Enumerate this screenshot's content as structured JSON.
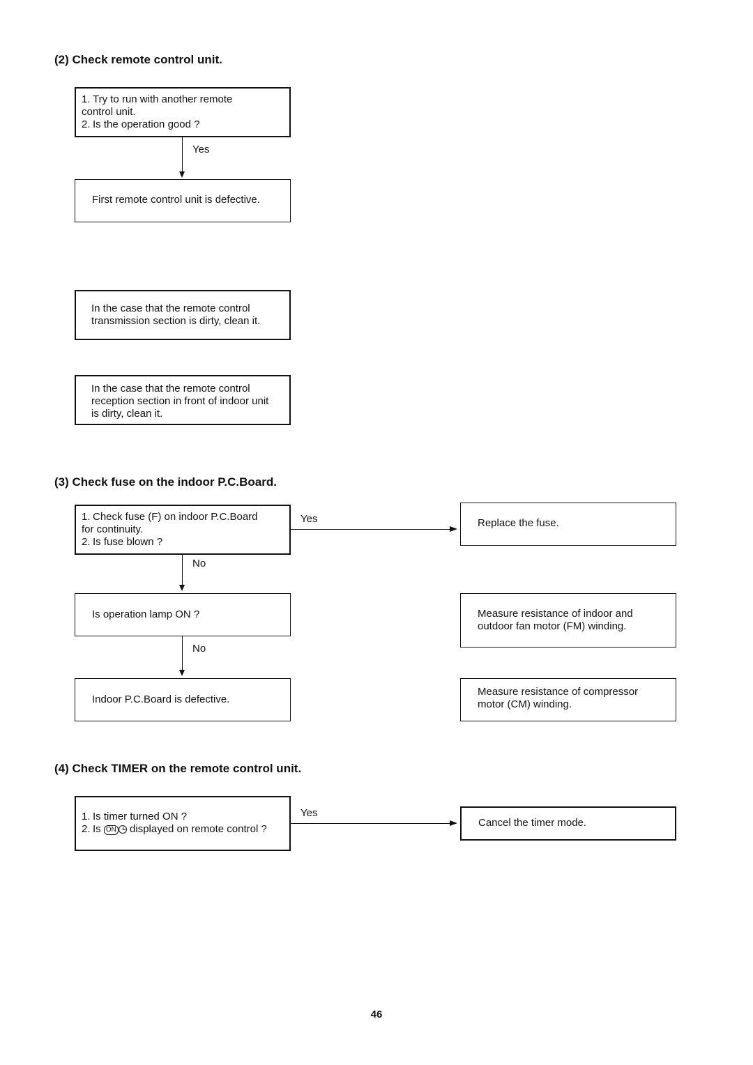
{
  "section2": {
    "heading": "(2) Check remote control unit.",
    "check_box": {
      "items": [
        {
          "num": "1.",
          "lines": [
            "Try to run with another remote",
            "control unit."
          ]
        },
        {
          "num": "2.",
          "lines": [
            "Is the operation good ?"
          ]
        }
      ]
    },
    "yes_label": "Yes",
    "result_box": "First remote control unit is defective.",
    "transmission_box": [
      "In the case that the remote control",
      "transmission section is dirty, clean it."
    ],
    "reception_box": [
      "In the case that the remote control",
      "reception section in front of indoor unit",
      "is dirty, clean it."
    ]
  },
  "section3": {
    "heading": "(3) Check fuse on the indoor P.C.Board.",
    "check_box": {
      "items": [
        {
          "num": "1.",
          "lines": [
            "Check fuse (F) on indoor P.C.Board",
            "for continuity."
          ]
        },
        {
          "num": "2.",
          "lines": [
            "Is fuse blown ?"
          ]
        }
      ]
    },
    "yes_label": "Yes",
    "replace_box": "Replace the fuse.",
    "no_label_1": "No",
    "lamp_box": "Is operation lamp ON ?",
    "no_label_2": "No",
    "defective_box": "Indoor P.C.Board is defective.",
    "fan_box": [
      "Measure resistance of indoor and",
      "outdoor fan motor (FM) winding."
    ],
    "compressor_box": [
      "Measure resistance of compressor",
      "motor (CM) winding."
    ]
  },
  "section4": {
    "heading": "(4) Check TIMER on the remote control unit.",
    "check_box": {
      "item1_num": "1.",
      "item1": "Is timer turned ON ?",
      "item2_num": "2.",
      "item2_prefix": "Is",
      "item2_glyph": "ON",
      "item2_suffix": "displayed on remote control ?"
    },
    "yes_label": "Yes",
    "cancel_box": "Cancel the timer mode."
  },
  "page_number": "46"
}
